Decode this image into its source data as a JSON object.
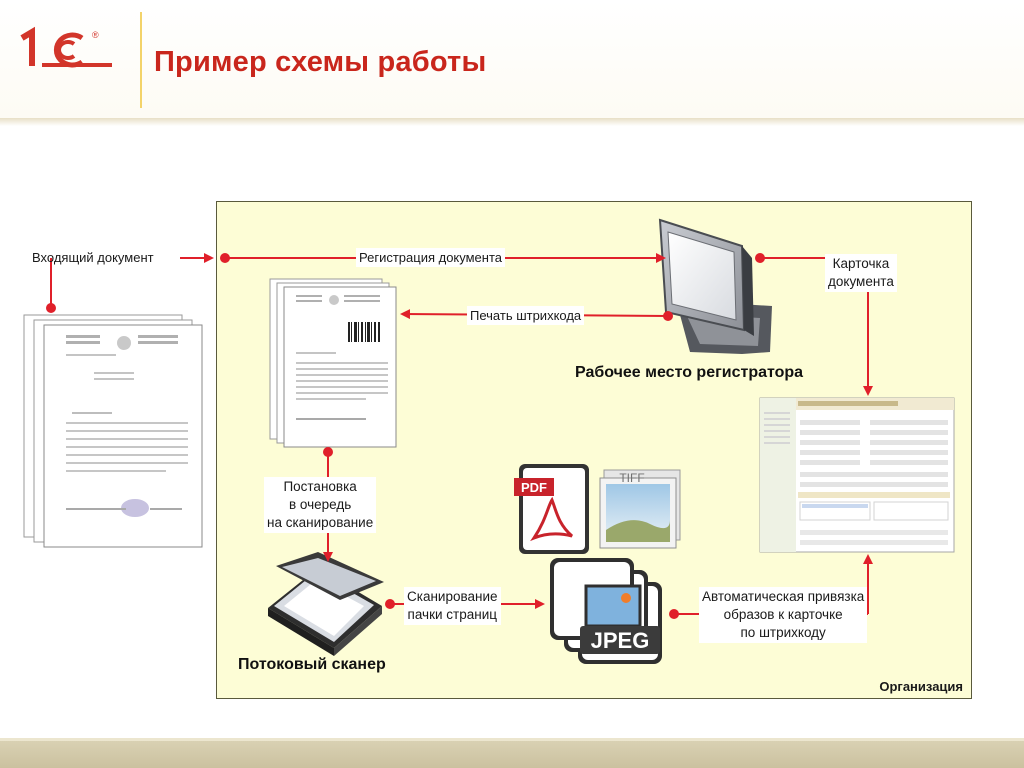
{
  "header": {
    "title": "Пример схемы работы",
    "logo_text": "1С",
    "logo_mark": "®"
  },
  "diagram": {
    "org_label": "Организация",
    "incoming_doc": "Входящий документ",
    "register_doc": "Регистрация документа",
    "card_doc": [
      "Карточка",
      "документа"
    ],
    "print_barcode": "Печать штрихкода",
    "workstation": "Рабочее место регистратора",
    "queue": [
      "Постановка",
      "в очередь",
      "на сканирование"
    ],
    "scan_pack": [
      "Сканирование",
      "пачки страниц"
    ],
    "auto_link": [
      "Автоматическая привязка",
      "образов к карточке",
      "по штрихкоду"
    ],
    "scanner": "Потоковый сканер",
    "format_pdf": "PDF",
    "format_tiff": "TIFF",
    "format_jpeg": "JPEG"
  },
  "colors": {
    "title": "#c9261c",
    "arrow": "#e0202a",
    "org_fill": "#fdfdd6",
    "logo": "#d2352a",
    "accent_line": "#f3d36a"
  }
}
